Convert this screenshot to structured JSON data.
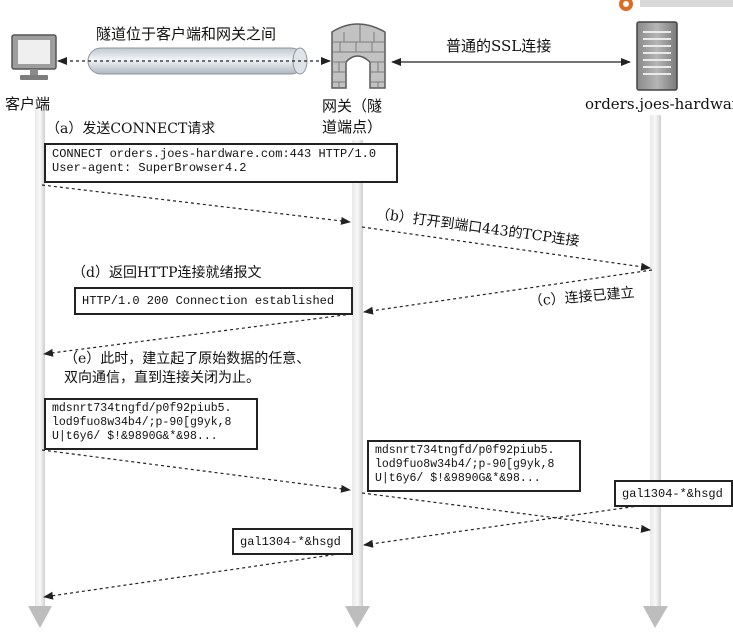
{
  "actors": {
    "client": "客户端",
    "gateway": "网关（隧\n道端点）",
    "server": "orders.joes-hardware.c"
  },
  "tunnel_label": "隧道位于客户端和网关之间",
  "ssl_label": "普通的SSL连接",
  "steps": {
    "a": "（a）发送CONNECT请求",
    "b": "（b）打开到端口443的TCP连接",
    "c": "（c）连接已建立",
    "d": "（d）返回HTTP连接就绪报文",
    "e": "（e）此时，建立起了原始数据的任意、\n双向通信，直到连接关闭为止。"
  },
  "messages": {
    "connect_request": "CONNECT orders.joes-hardware.com:443 HTTP/1.0\nUser-agent: SuperBrowser4.2",
    "connection_established": "HTTP/1.0 200 Connection established",
    "raw_data_client": "mdsnrt734tngfd/p0f92piub5.\nlod9fuo8w34b4/;p-90[g9yk,8\nU|t6y6/ $!&9890G&*&98...",
    "raw_data_gateway": "mdsnrt734tngfd/p0f92piub5.\nlod9fuo8w34b4/;p-90[g9yk,8\nU|t6y6/ $!&9890G&*&98...",
    "reply_server": "gal1304-*&hsgd",
    "reply_gateway": "gal1304-*&hsgd"
  },
  "colors": {
    "lifeline": "#c8c8c8",
    "arrow": "#222222",
    "tunnel": "#cfd6dc",
    "brick": "#b9b9b9"
  }
}
